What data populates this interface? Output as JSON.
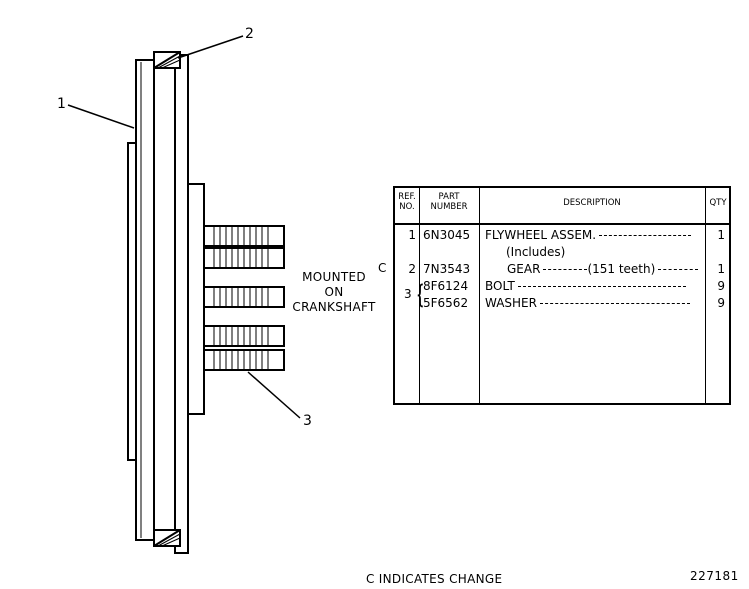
{
  "callouts": {
    "one": "1",
    "two": "2",
    "three": "3"
  },
  "mounted_note": [
    "MOUNTED",
    "ON",
    "CRANKSHAFT"
  ],
  "table": {
    "headers": {
      "ref": [
        "REF.",
        "NO."
      ],
      "part": [
        "PART",
        "NUMBER"
      ],
      "desc": "DESCRIPTION",
      "qty": "QTY"
    },
    "rows": [
      {
        "ref": "1",
        "part": "6N3045",
        "desc": "FLYWHEEL ASSEM.",
        "qty": "1"
      },
      {
        "ref": "",
        "part": "",
        "desc": "(Includes)",
        "qty": ""
      },
      {
        "ref": "2",
        "part": "7N3543",
        "desc": "GEAR",
        "desc_extra": "(151 teeth)",
        "qty": "1"
      },
      {
        "ref": "",
        "part": "8F6124",
        "desc": "BOLT",
        "qty": "9"
      },
      {
        "ref": "",
        "part": "5F6562",
        "desc": "WASHER",
        "qty": "9"
      }
    ],
    "bracket_ref": "3",
    "change_marker": "C"
  },
  "footer_note": "C INDICATES CHANGE",
  "image_number": "227181"
}
